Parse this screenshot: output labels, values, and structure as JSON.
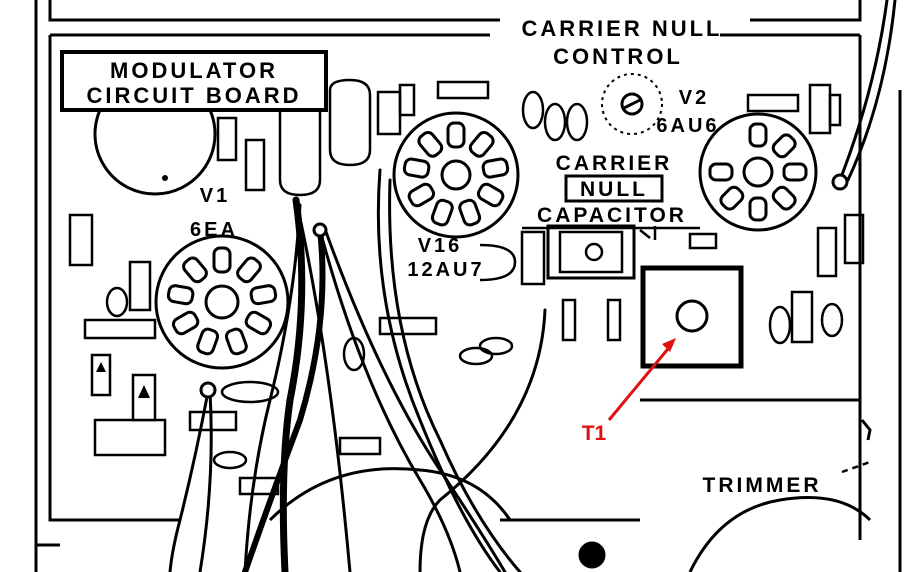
{
  "labels": {
    "carrier_null_control_line1": "CARRIER NULL",
    "carrier_null_control_line2": "CONTROL",
    "modulator_board_line1": "MODULATOR",
    "modulator_board_line2": "CIRCUIT BOARD",
    "v2_name": "V2",
    "v2_type": "6AU6",
    "carrier_null_cap_line1": "CARRIER",
    "carrier_null_cap_line2": "NULL",
    "carrier_null_cap_line3": "CAPACITOR",
    "v1_name": "V1",
    "v1_type": "6EA",
    "v16_name": "V16",
    "v16_type": "12AU7",
    "trimmer": "TRIMMER",
    "t1_callout": "T1"
  },
  "colors": {
    "ink": "#000000",
    "callout": "#e01010",
    "background": "#ffffff"
  }
}
